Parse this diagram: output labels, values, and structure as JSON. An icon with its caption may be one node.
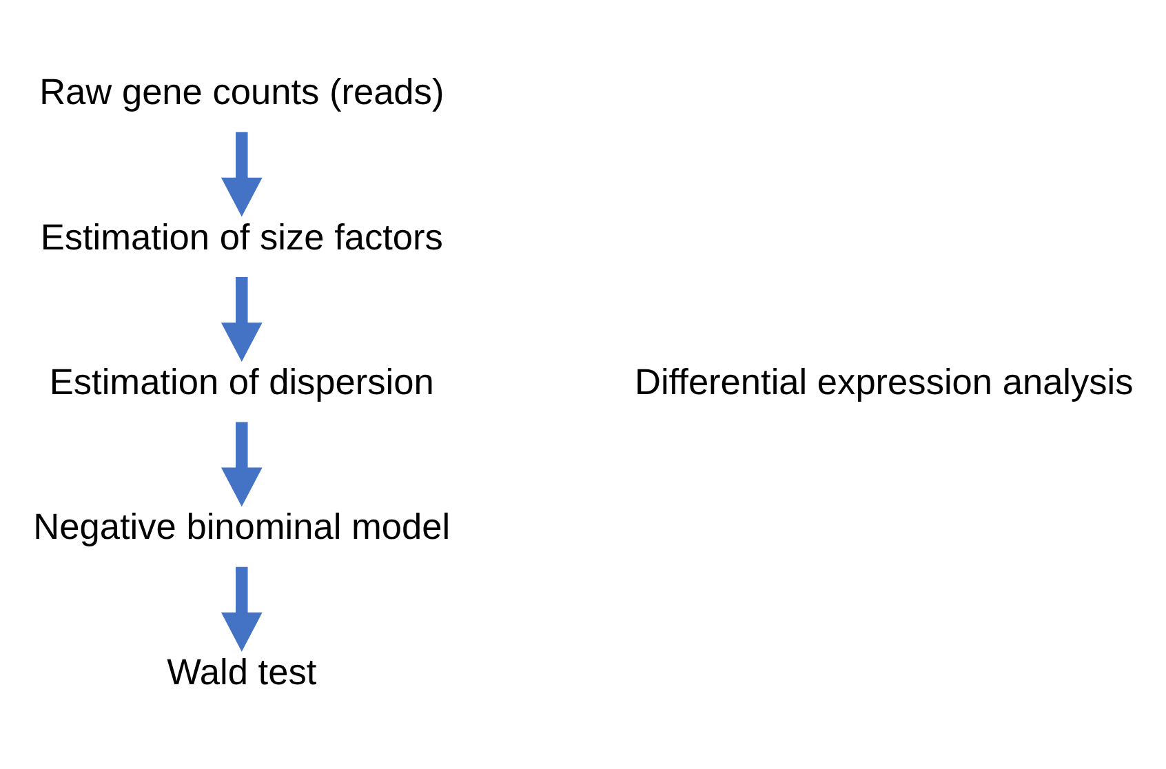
{
  "diagram": {
    "nodes": [
      {
        "text": [
          "Raw gene counts (reads)"
        ]
      },
      {
        "text": [
          "Estimation of size factors"
        ]
      },
      {
        "text": [
          "Estimation of dispersion"
        ]
      },
      {
        "text": [
          "Negative binominal model"
        ]
      },
      {
        "text": [
          "Wald test"
        ]
      }
    ],
    "edges": [
      {
        "from": 0,
        "to": 1,
        "arrow": "to"
      },
      {
        "from": 1,
        "to": 2,
        "arrow": "to"
      },
      {
        "from": 2,
        "to": 3,
        "arrow": "to"
      },
      {
        "from": 3,
        "to": 4,
        "arrow": "to"
      }
    ],
    "labels": [
      "Differential expression analysis"
    ]
  }
}
